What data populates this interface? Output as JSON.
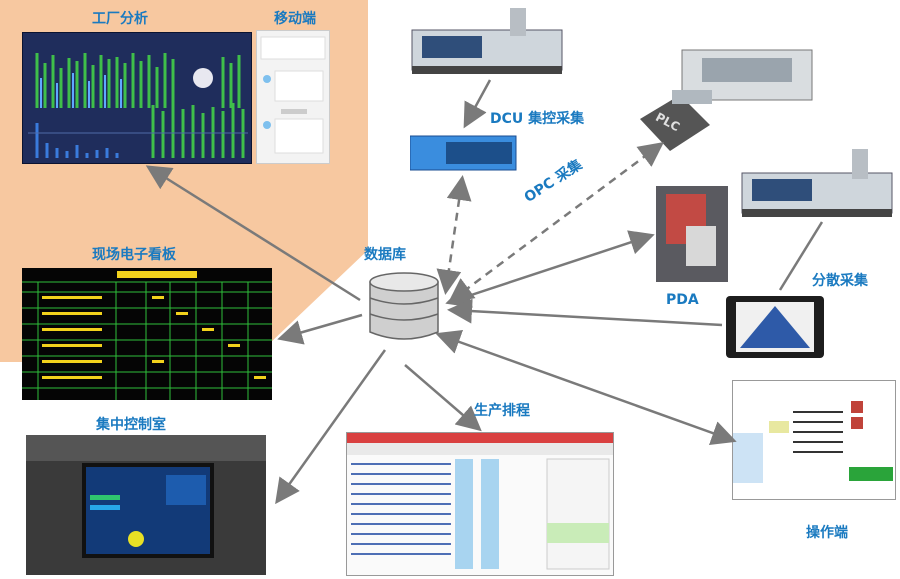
{
  "labels": {
    "factory_analysis": "工厂分析",
    "mobile": "移动端",
    "dcu": "DCU 集控采集",
    "plc": "PLC",
    "opc": "OPC 采集",
    "kanban": "现场电子看板",
    "database": "数据库",
    "pda": "PDA",
    "distributed": "分散采集",
    "control_room": "集中控制室",
    "scheduling": "生产排程",
    "operator": "操作端"
  },
  "colors": {
    "label": "#1a7ac0",
    "highlight_region": "#f7c8a0",
    "arrow": "#7a7a7a",
    "board_text": "#f2d21c",
    "board_grid": "#2fbf3a"
  },
  "icons": {
    "database": "database-cylinder-icon"
  }
}
